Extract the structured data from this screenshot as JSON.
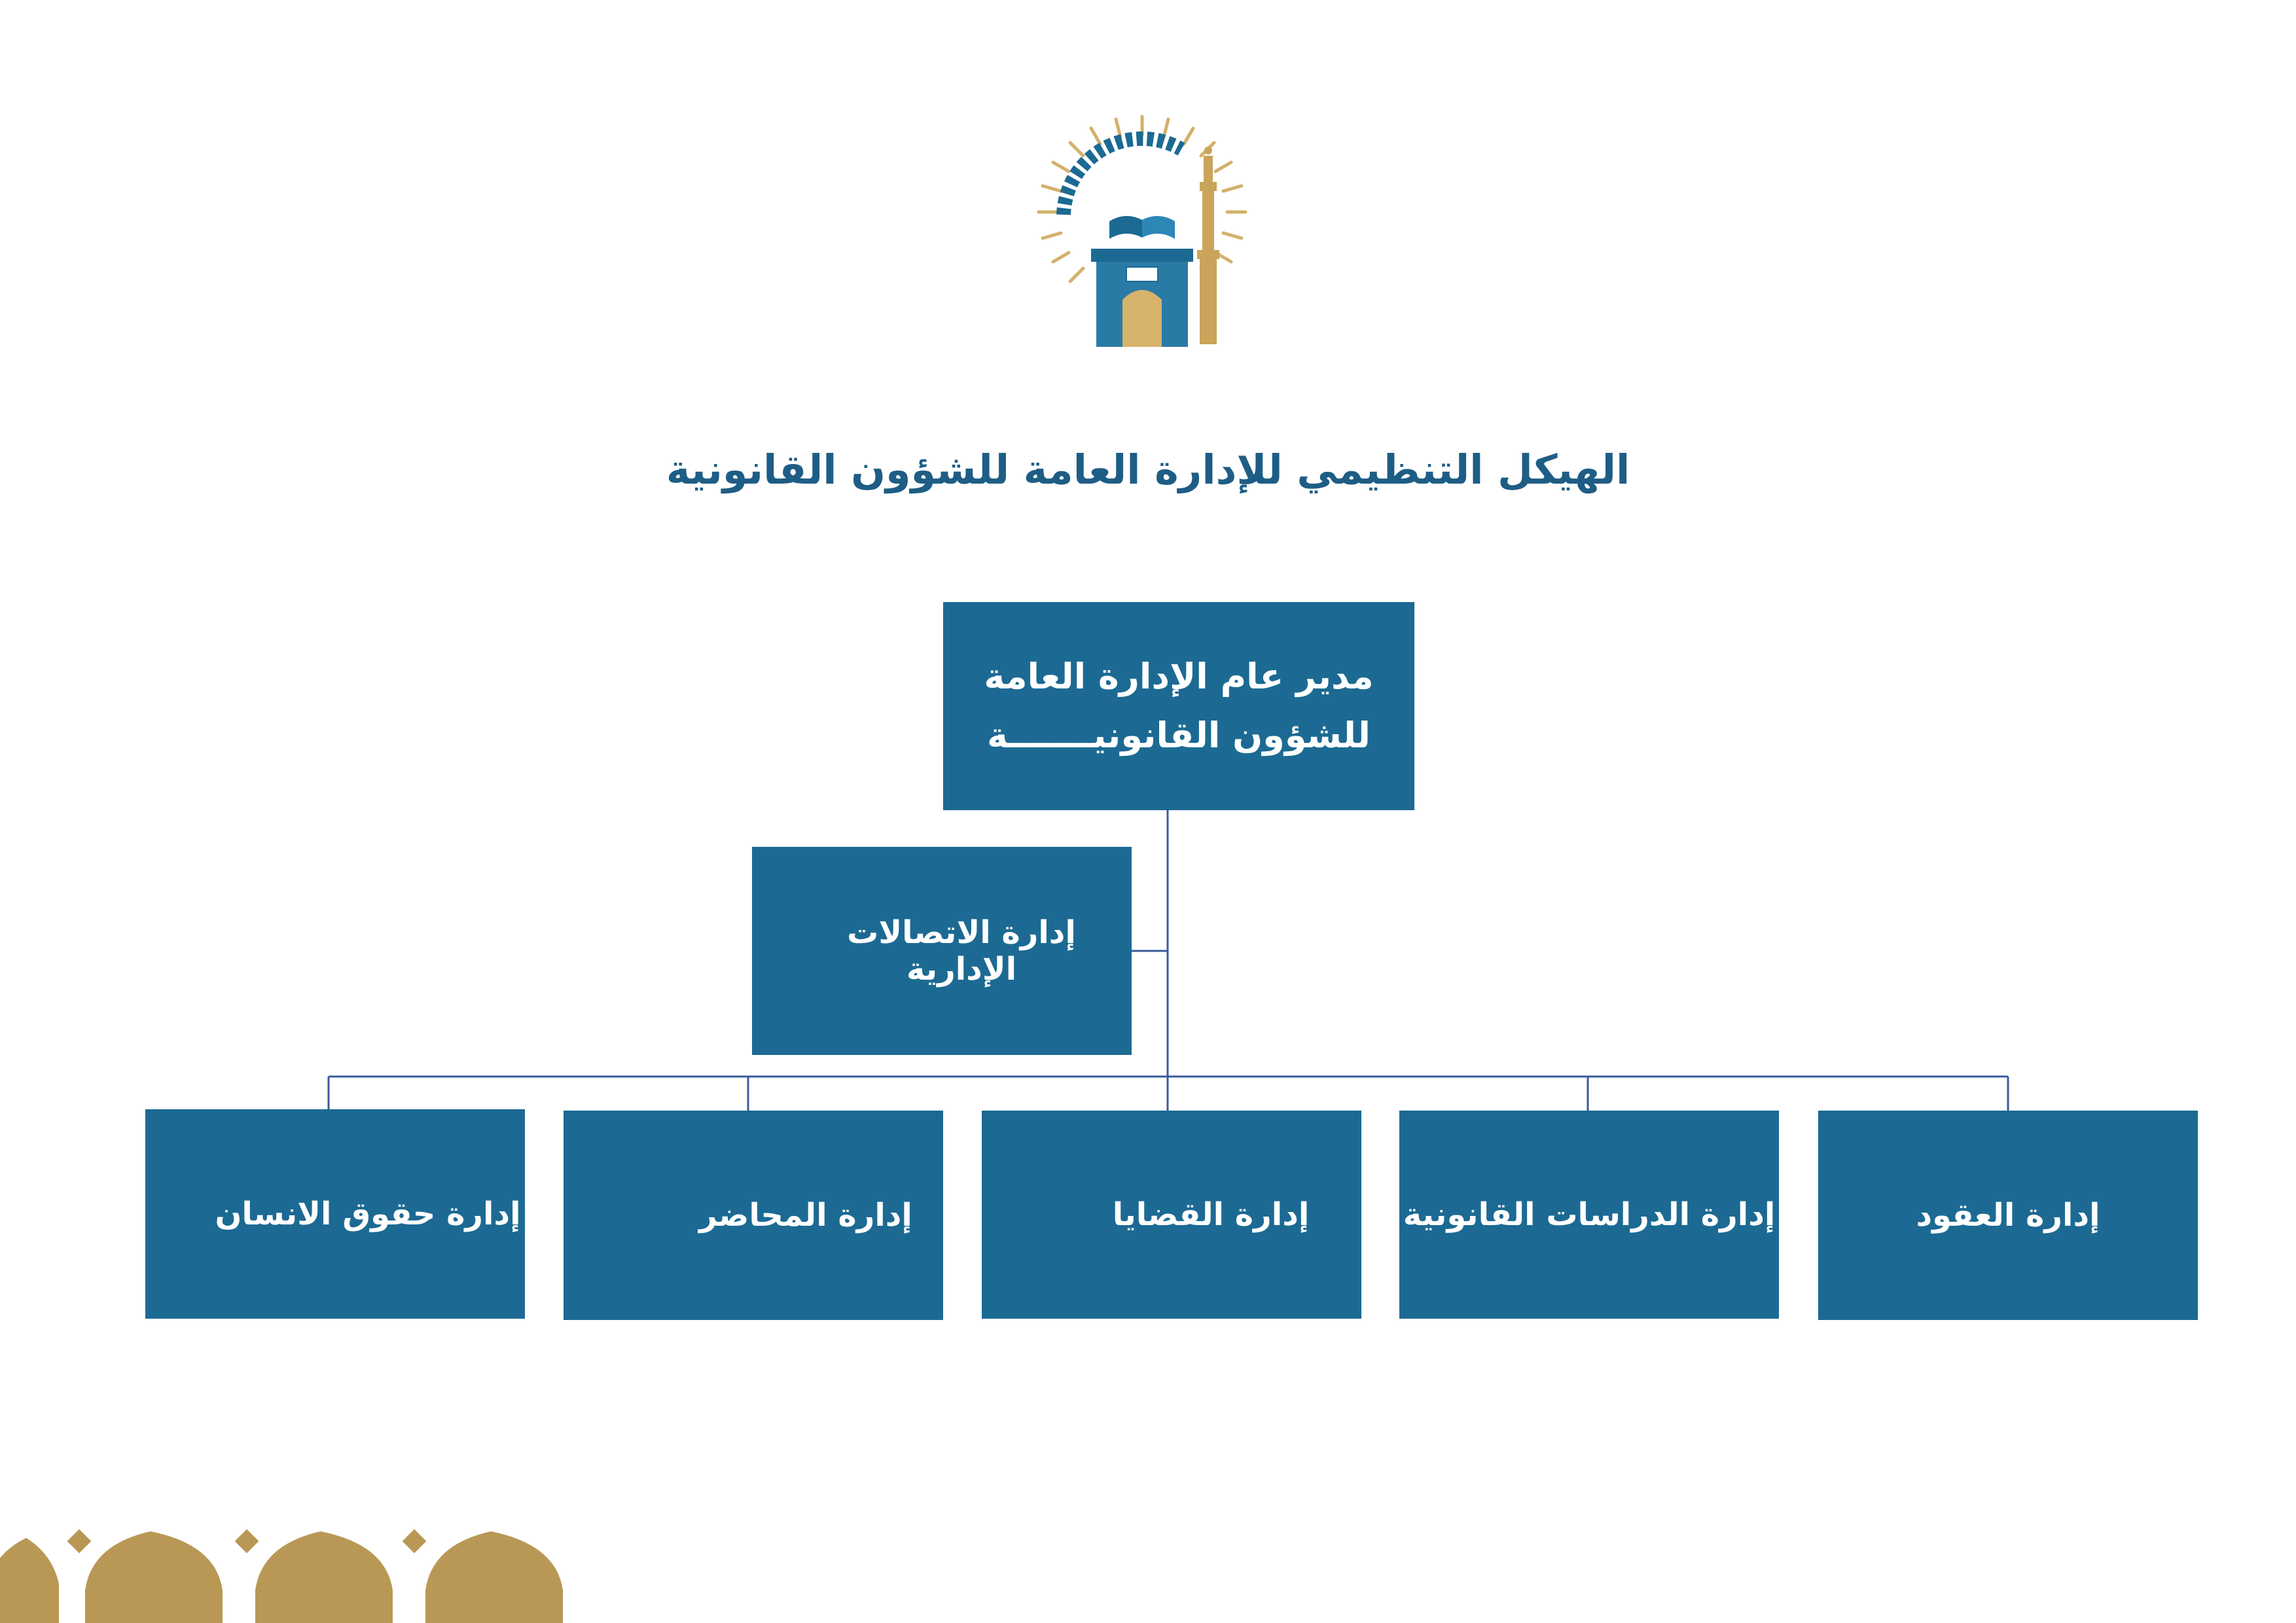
{
  "logo": {
    "name": "institution-emblem",
    "colors": {
      "gold": "#c9a45a",
      "blue": "#1c6a93",
      "light_blue": "#6bb0d6"
    }
  },
  "title": "الهيكل التنظيمي للإدارة العامة للشؤون القانونية",
  "org_chart": {
    "director": {
      "line1": "مدير عام الإدارة العامة",
      "line2": "للشؤون القانونيـــــــة"
    },
    "assistant_unit": "إدارة الاتصالات الإدارية",
    "departments": [
      "إدارة حقوق الانسان",
      "إدارة المحاضر",
      "إدارة القضايا",
      "إدارة الدراسات القانونية",
      "إدارة العقود"
    ]
  },
  "colors": {
    "box_fill": "#1c6a93",
    "box_text": "#ffffff",
    "title": "#1e5d85",
    "connector": "#3a5a9e",
    "decor_gold": "#b99855"
  }
}
